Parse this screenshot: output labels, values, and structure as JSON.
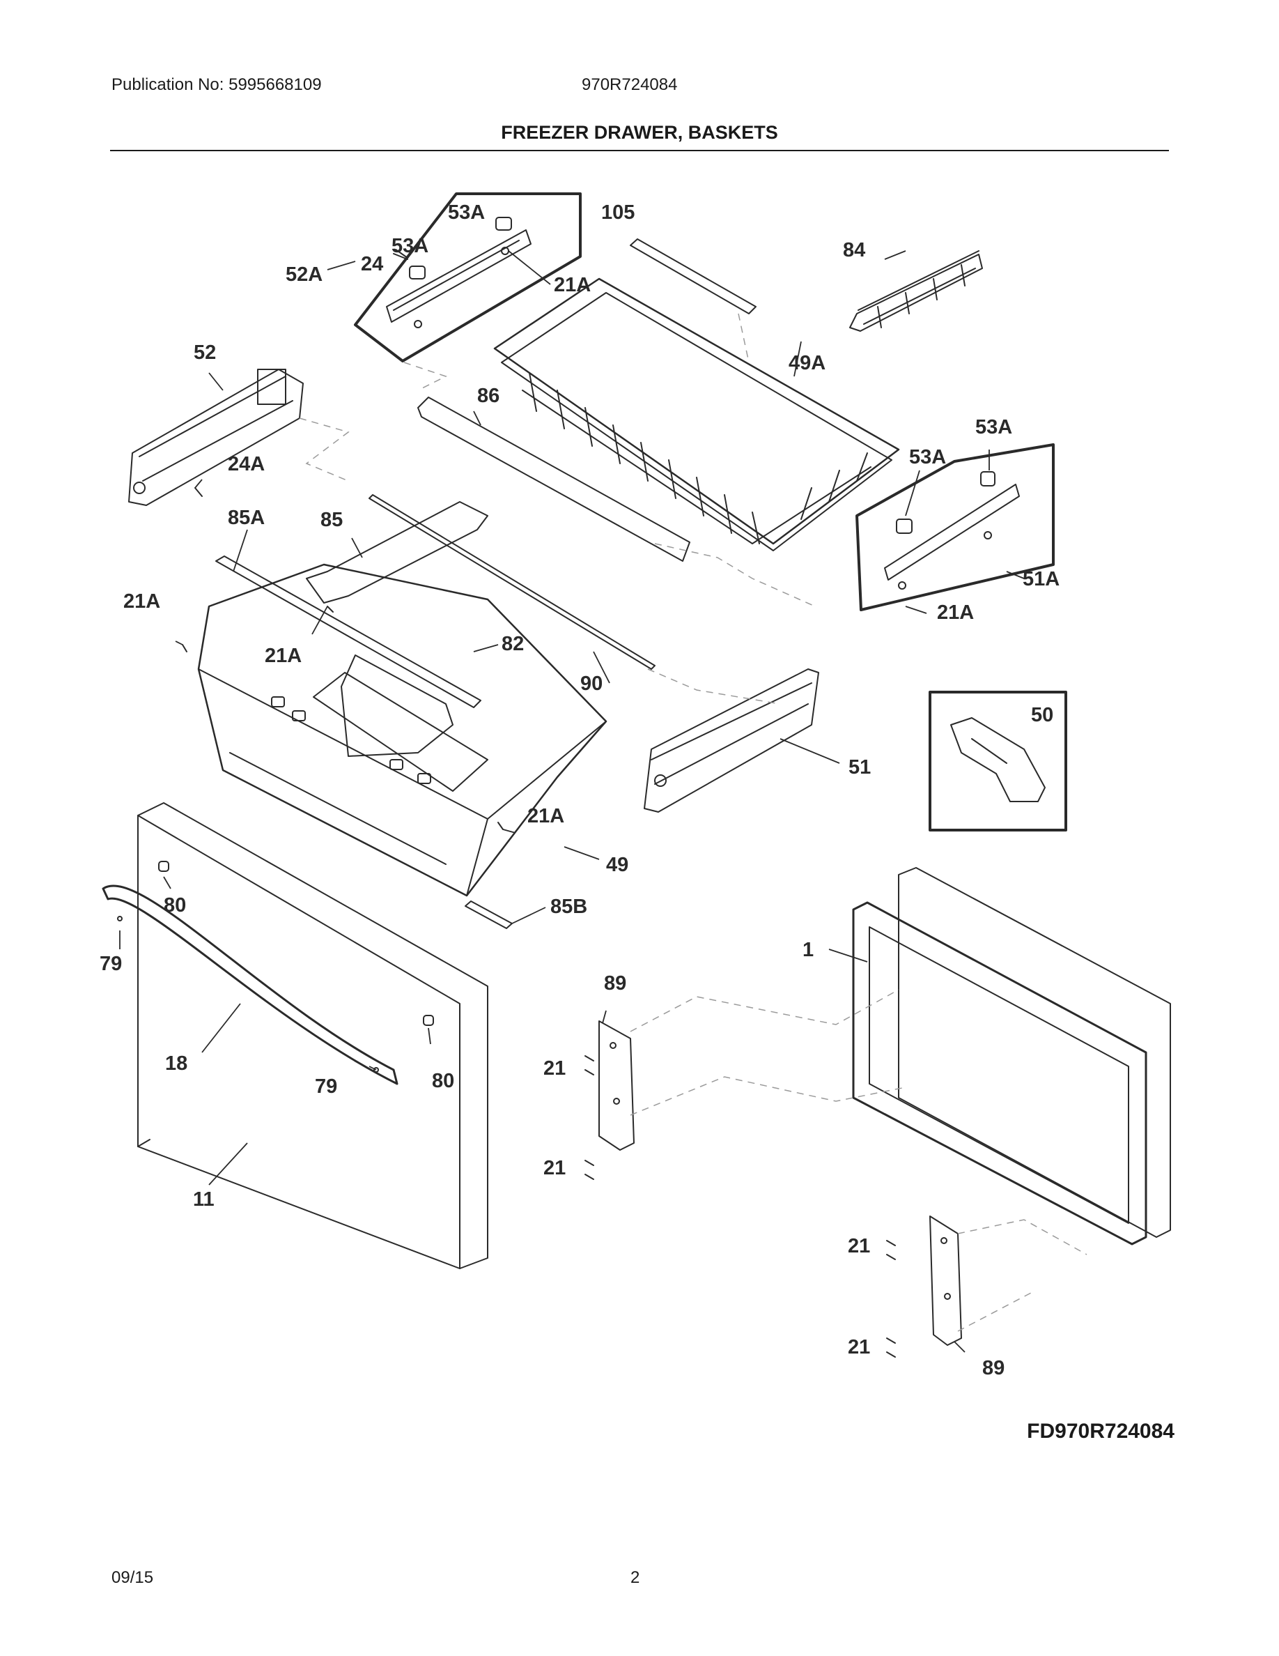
{
  "header": {
    "publication": "Publication No: 5995668109",
    "model": "970R724084",
    "title": "FREEZER DRAWER, BASKETS"
  },
  "footer": {
    "figure_code": "FD970R724084",
    "date": "09/15",
    "page_number": "2"
  },
  "labels": {
    "l53A_a": "53A",
    "l105": "105",
    "l84": "84",
    "l53A_b": "53A",
    "l24": "24",
    "l52A": "52A",
    "l21A_a": "21A",
    "l52": "52",
    "l49A": "49A",
    "l86": "86",
    "l53A_c": "53A",
    "l53A_d": "53A",
    "l24A": "24A",
    "l85A": "85A",
    "l85": "85",
    "l51A": "51A",
    "l21A_b": "21A",
    "l21A_c": "21A",
    "l82": "82",
    "l21A_d": "21A",
    "l90": "90",
    "l50": "50",
    "l51": "51",
    "l21A_e": "21A",
    "l49": "49",
    "l80_a": "80",
    "l85B": "85B",
    "l79_a": "79",
    "l1": "1",
    "l89_a": "89",
    "l18": "18",
    "l21_a": "21",
    "l79_b": "79",
    "l80_b": "80",
    "l21_b": "21",
    "l11": "11",
    "l21_c": "21",
    "l21_d": "21",
    "l89_b": "89"
  }
}
